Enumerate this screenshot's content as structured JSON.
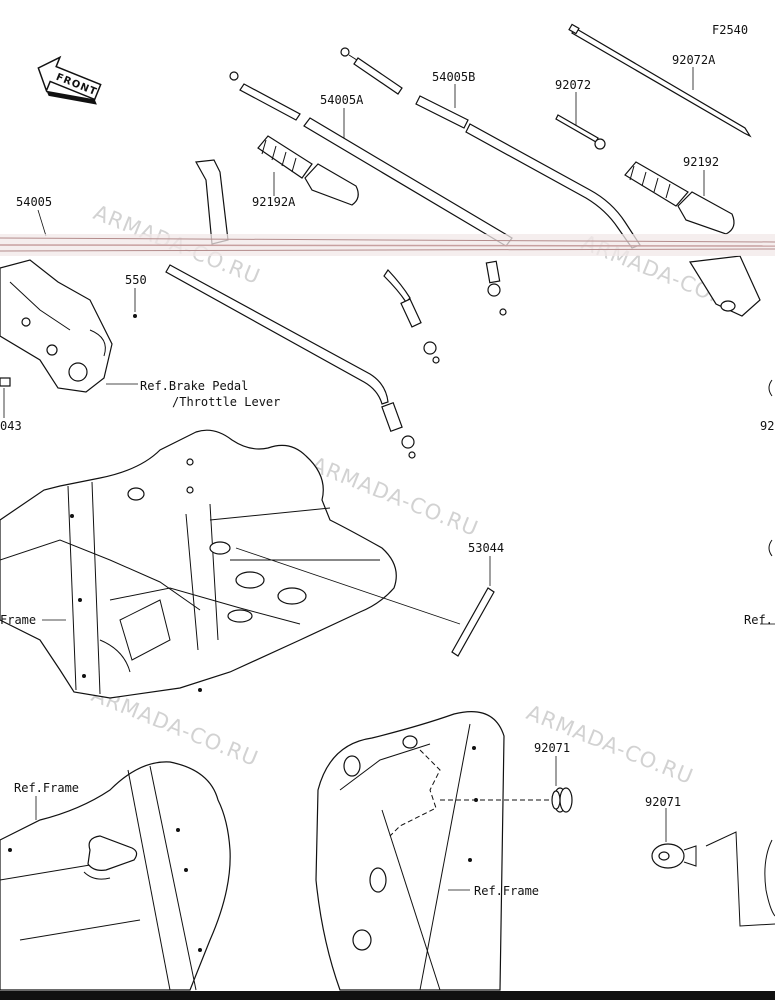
{
  "diagram": {
    "code": "F2540",
    "front_label": "FRONT",
    "watermark": "ARMADA-CO.RU",
    "parts": [
      {
        "id": "54005",
        "label": "54005"
      },
      {
        "id": "54005A",
        "label": "54005A"
      },
      {
        "id": "54005B",
        "label": "54005B"
      },
      {
        "id": "92072",
        "label": "92072"
      },
      {
        "id": "92072A",
        "label": "92072A"
      },
      {
        "id": "92192",
        "label": "92192"
      },
      {
        "id": "92192A",
        "label": "92192A"
      },
      {
        "id": "550",
        "label": "550"
      },
      {
        "id": "043",
        "label": "043"
      },
      {
        "id": "92x",
        "label": "92"
      },
      {
        "id": "53044",
        "label": "53044"
      },
      {
        "id": "92071a",
        "label": "92071"
      },
      {
        "id": "92071b",
        "label": "92071"
      }
    ],
    "refs": {
      "brake_pedal_line1": "Ref.Brake Pedal",
      "brake_pedal_line2": "/Throttle Lever",
      "frame_left": "Frame",
      "frame_right": "Ref.",
      "frame_lower_left": "Ref.Frame",
      "frame_lower_mid": "Ref.Frame"
    }
  }
}
